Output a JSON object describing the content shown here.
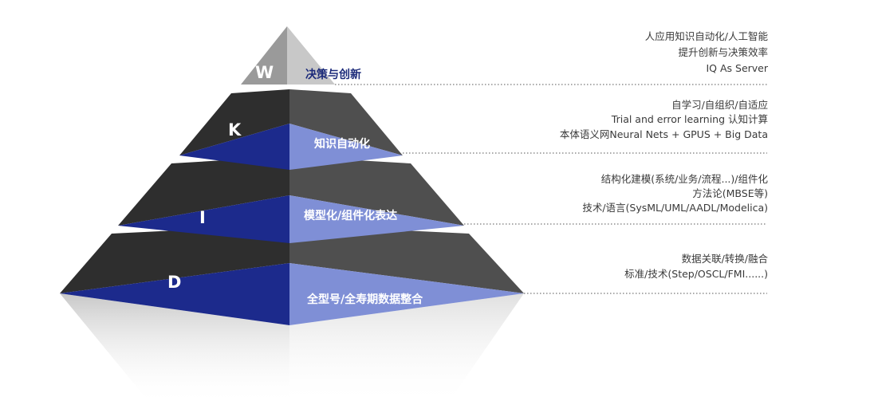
{
  "tiers": [
    {
      "key": "W",
      "label": "决策与创新",
      "description": [
        "人应用知识自动化/人工智能",
        "提升创新与决策效率",
        "IQ As Server"
      ]
    },
    {
      "key": "K",
      "label": "知识自动化",
      "description": [
        "自学习/自组织/自适应",
        "Trial and error learning   认知计算",
        "本体语义网Neural Nets + GPUS + Big Data"
      ]
    },
    {
      "key": "I",
      "label": "模型化/组件化表达",
      "description": [
        "结构化建模(系统/业务/流程...)/组件化",
        "方法论(MBSE等)",
        "技术/语言(SysML/UML/AADL/Modelica)"
      ]
    },
    {
      "key": "D",
      "label": "全型号/全寿期数据整合",
      "description": [
        "数据关联/转换/融合",
        "标准/技术(Step/OSCL/FMI......)"
      ]
    }
  ],
  "colors": {
    "front_dark": "#1c2a8c",
    "front_light": "#7f8fd6",
    "top_dark": "#333333",
    "top_light": "#5b5b5b",
    "apex_left": "#9a9a9a",
    "apex_right": "#c8c8c8",
    "text": "#3a3a3a"
  }
}
